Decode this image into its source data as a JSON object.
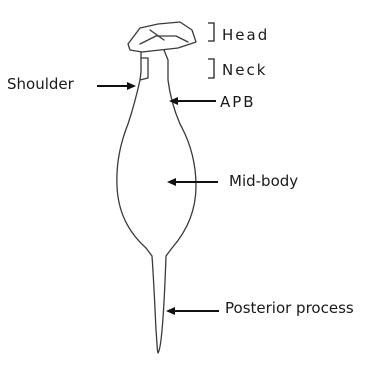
{
  "labels": {
    "head": "Head",
    "neck": "Neck",
    "shoulder": "Shoulder",
    "apb": "APB",
    "mid_body": "Mid-body",
    "posterior_process": "Posterior process"
  }
}
